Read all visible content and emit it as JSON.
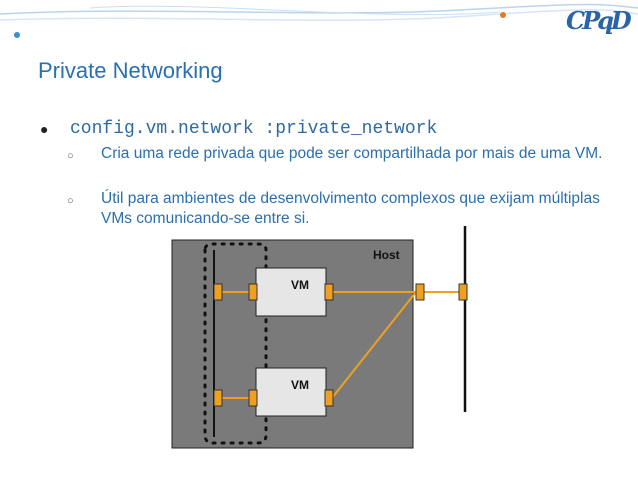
{
  "slide": {
    "logo_text": "CPqD",
    "title": "Private Networking",
    "bullet": {
      "text": "config.vm.network :private_network",
      "subitems": [
        "Cria uma rede privada que pode ser compartilhada por mais de uma VM.",
        "Útil para ambientes de desenvolvimento complexos que exijam múltiplas VMs comunicando-se entre si."
      ]
    },
    "diagram": {
      "host_label": "Host",
      "vm_labels": [
        "VM",
        "VM"
      ]
    }
  },
  "colors": {
    "accent_blue": "#2a6fb0",
    "host_gray": "#7a7a7a",
    "vm_box": "#e6e6e6",
    "port_orange": "#f0a020",
    "link_orange": "#f0a020"
  }
}
